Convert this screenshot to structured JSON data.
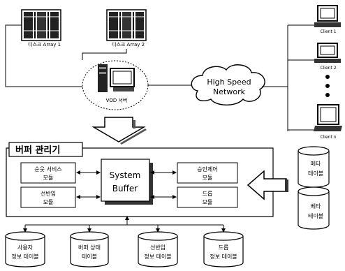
{
  "disks": {
    "array1_label": "디스크 Array 1",
    "array2_label": "디스크 Array 2"
  },
  "server": {
    "label": "VOD 서버"
  },
  "network": {
    "line1": "High Speed",
    "line2": "Network"
  },
  "clients": [
    {
      "label": "Client 1"
    },
    {
      "label": "Client 2"
    },
    {
      "label": "Client n"
    }
  ],
  "buffer_manager": {
    "title": "버퍼 관리기",
    "center_line1": "System",
    "center_line2": "Buffer",
    "modules": [
      {
        "line1": "순웃 서비스",
        "line2": "모듈"
      },
      {
        "line1": "선반입",
        "line2": "모듈"
      },
      {
        "line1": "승인제어",
        "line2": "모듈"
      },
      {
        "line1": "드롭",
        "line2": "모듈"
      }
    ]
  },
  "meta_tables": [
    {
      "line1": "메타",
      "line2": "테이블"
    },
    {
      "line1": "베타",
      "line2": "테이블"
    }
  ],
  "bottom_tables": [
    {
      "line1": "사용자",
      "line2": "정보 테이블"
    },
    {
      "line1": "버퍼 상태",
      "line2": "테이블"
    },
    {
      "line1": "선반입",
      "line2": "정보 테이블"
    },
    {
      "line1": "드롭",
      "line2": "정보 테이블"
    }
  ]
}
